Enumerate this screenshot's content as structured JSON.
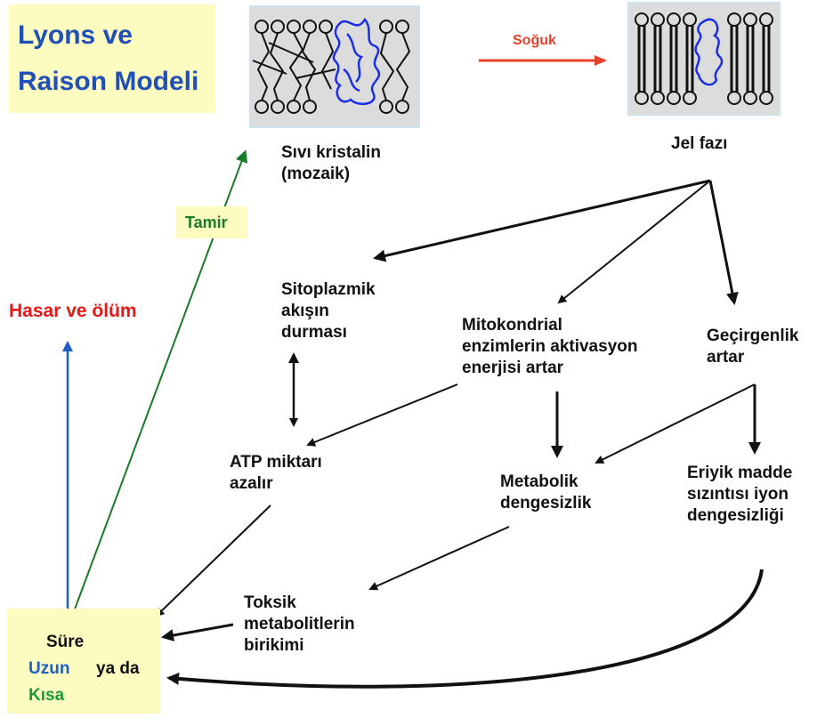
{
  "title": {
    "line1": "Lyons ve",
    "line2": "Raison Modeli"
  },
  "cold_label": "Soğuk",
  "repair_label": "Tamir",
  "damage_label": "Hasar ve ölüm",
  "liquid_crystal": {
    "line1": "Sıvı kristalin",
    "line2": "(mozaik)"
  },
  "gel_phase": "Jel fazı",
  "cytoplasmic": {
    "line1": "Sitoplazmik",
    "line2": "akışın",
    "line3": "durması"
  },
  "mitochondrial": {
    "line1": "Mitokondrial",
    "line2": "enzimlerin aktivasyon",
    "line3": "enerjisi artar"
  },
  "permeability": {
    "line1": "Geçirgenlik",
    "line2": "artar"
  },
  "atp": {
    "line1": "ATP miktarı",
    "line2": "azalır"
  },
  "metabolic": {
    "line1": "Metabolik",
    "line2": "dengesizlik"
  },
  "solute": {
    "line1": "Eriyik madde",
    "line2": "sızıntısı iyon",
    "line3": "dengesizliği"
  },
  "toxic": {
    "line1": "Toksik",
    "line2": "metabolitlerin",
    "line3": "birikimi"
  },
  "duration": {
    "line1": "Süre",
    "long": "Uzun",
    "or": "ya da",
    "short": "Kısa"
  },
  "colors": {
    "title": "#1f4fb7",
    "cold": "#e8412a",
    "repair": "#1b7a2a",
    "damage": "#e81818",
    "long": "#1e5fc9",
    "short": "#1f9a3a",
    "box": "#fdfcc0"
  }
}
